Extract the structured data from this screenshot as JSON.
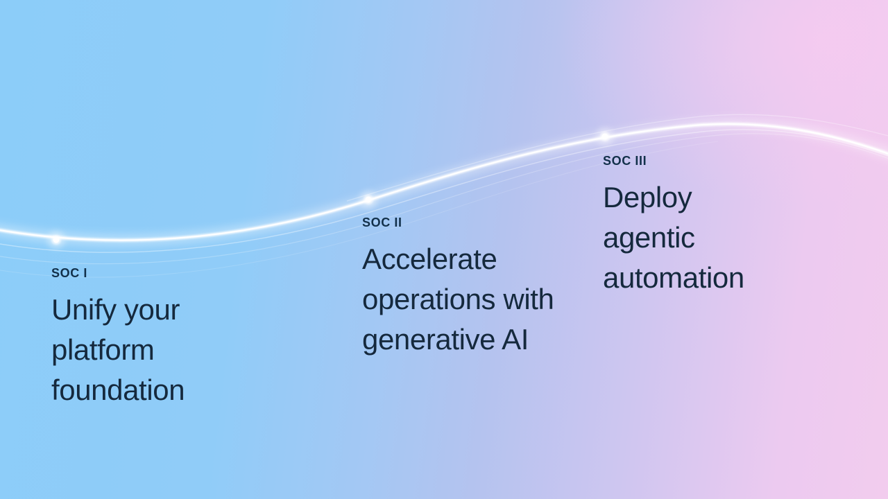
{
  "slide": {
    "theme": {
      "gradient_left_blue": "#8ccdf9",
      "gradient_mid_periwinkle": "#b4c3ef",
      "gradient_right_pink": "#f0caef",
      "curve_color": "#ffffff",
      "label_text_color": "#12304a",
      "title_text_color": "#15293d"
    },
    "milestones": [
      {
        "label": "SOC I",
        "title": "Unify your platform foundation",
        "title_lines": [
          "Unify your",
          "platform",
          "foundation"
        ]
      },
      {
        "label": "SOC II",
        "title": "Accelerate operations with generative AI",
        "title_lines": [
          "Accelerate",
          "operations with",
          "generative AI"
        ]
      },
      {
        "label": "SOC III",
        "title": "Deploy agentic automation",
        "title_lines": [
          "Deploy",
          "agentic",
          "automation"
        ]
      }
    ]
  }
}
